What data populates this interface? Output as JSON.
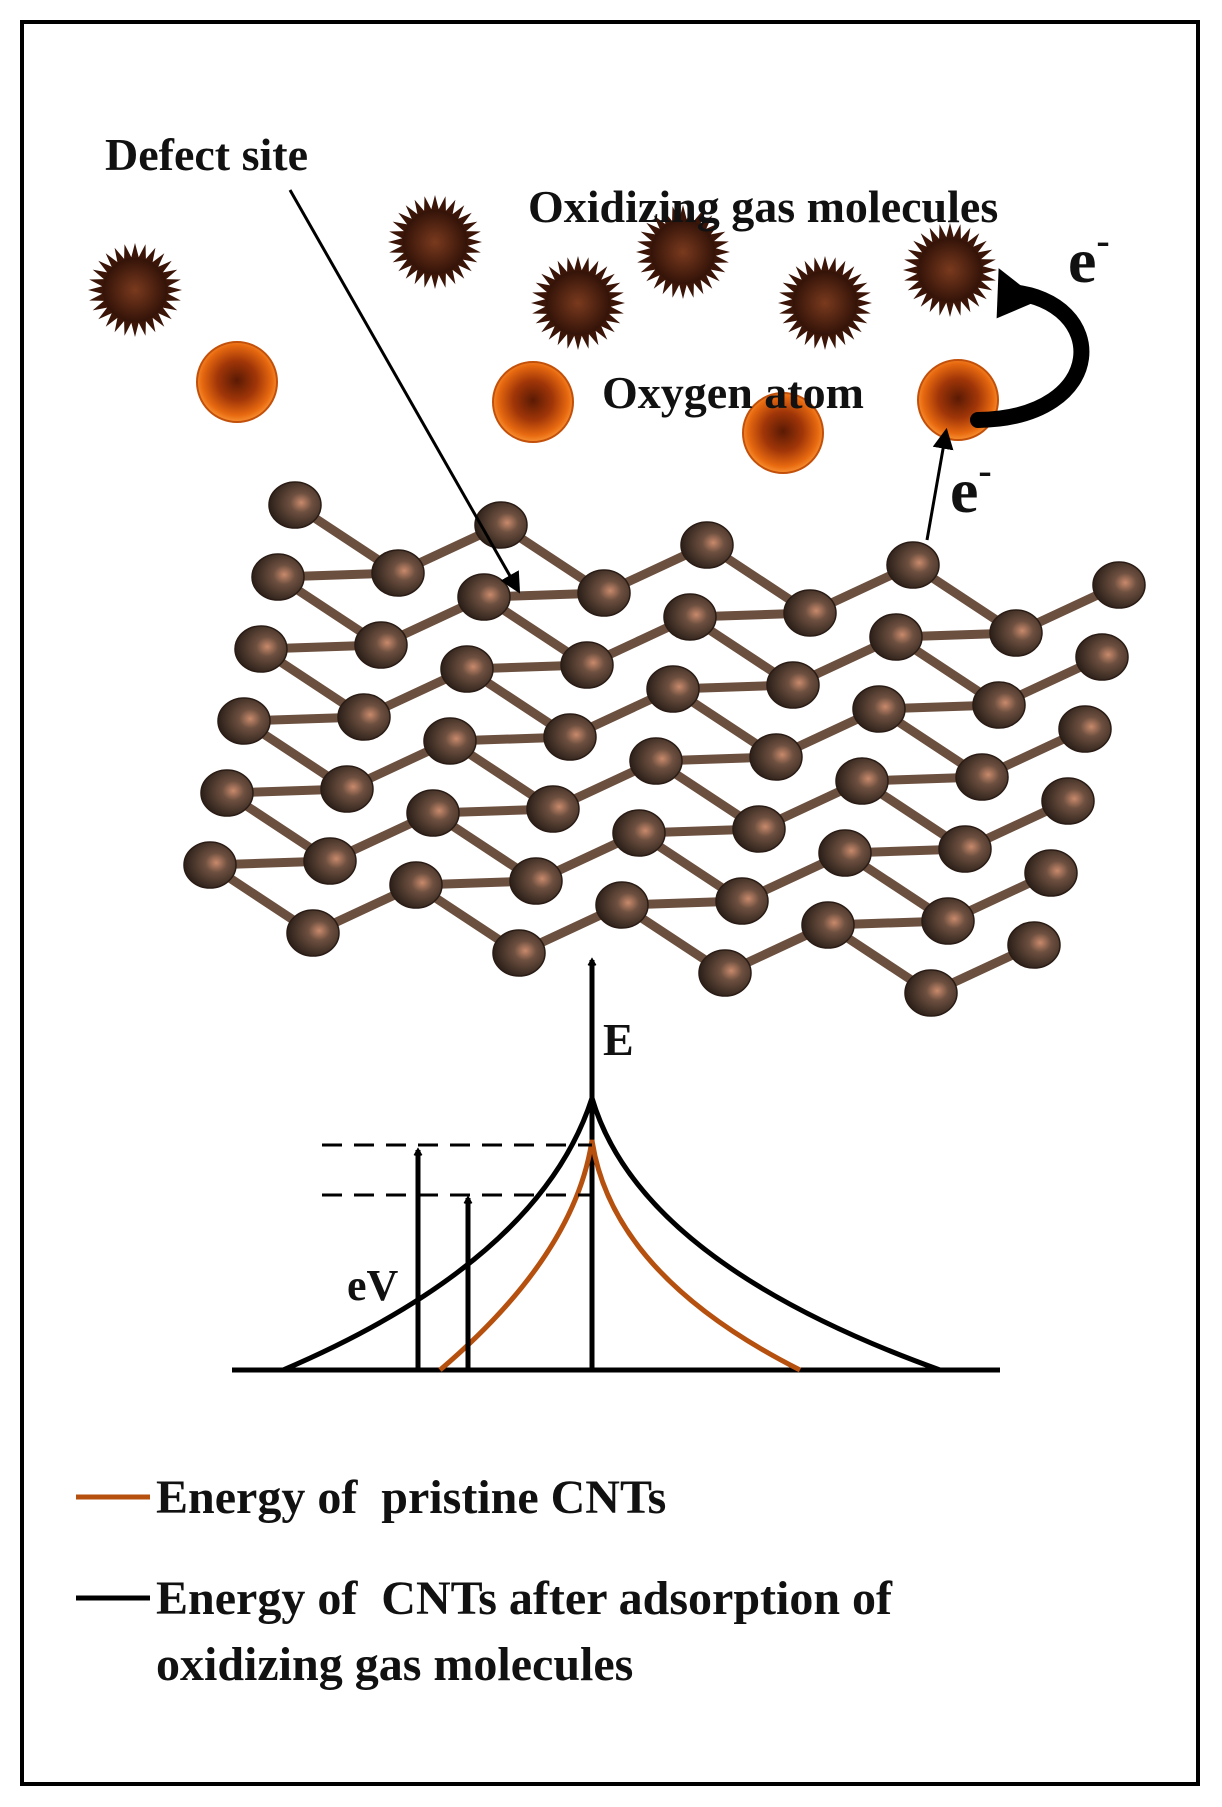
{
  "labels": {
    "defect_site": "Defect site",
    "oxidizing_gas": "Oxidizing gas molecules",
    "oxygen_atom": "Oxygen atom",
    "electron": "e",
    "electron_sup": "-",
    "energy_axis": "E",
    "ev": "eV"
  },
  "legend": [
    {
      "key": "pristine",
      "line1": "Energy of  pristine CNTs",
      "line2": "",
      "color": "#b5500f"
    },
    {
      "key": "after",
      "line1": "Energy of  CNTs after adsorption of",
      "line2": "oxidizing gas molecules",
      "color": "#000000"
    }
  ],
  "colors": {
    "border": "#000000",
    "carbon_atom": "#4a3a30",
    "carbon_bond": "#6b4f3f",
    "gas_molecule": "#4a1f10",
    "oxygen_atom": "#e86a10",
    "pristine_curve": "#b5500f",
    "adsorbed_curve": "#000000"
  }
}
